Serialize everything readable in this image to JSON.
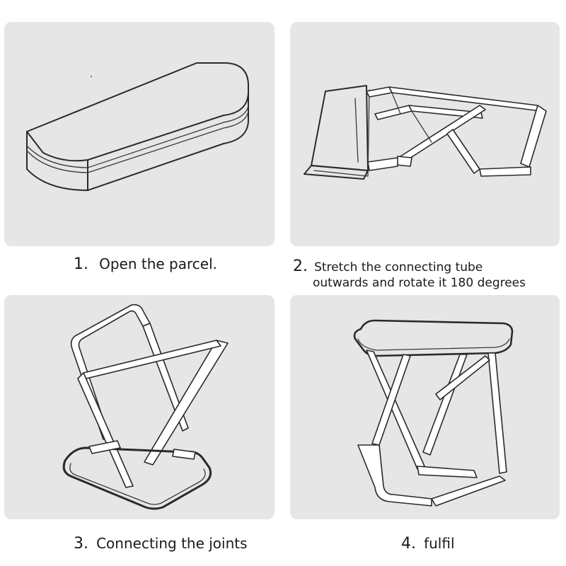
{
  "steps": [
    {
      "number": "1.",
      "text": "Open the parcel.",
      "illustration": "folded-stool-box"
    },
    {
      "number": "2.",
      "text_line1": "Stretch the connecting tube",
      "text_line2": "outwards and rotate it 180 degrees",
      "illustration": "unfolding-stool"
    },
    {
      "number": "3.",
      "text": "Connecting the joints",
      "illustration": "stool-frame-joints"
    },
    {
      "number": "4.",
      "text": "fulfil",
      "illustration": "assembled-stool"
    }
  ],
  "colors": {
    "panel_background": "#e6e6e6",
    "line": "#2a2a2a",
    "page_background": "#ffffff"
  }
}
